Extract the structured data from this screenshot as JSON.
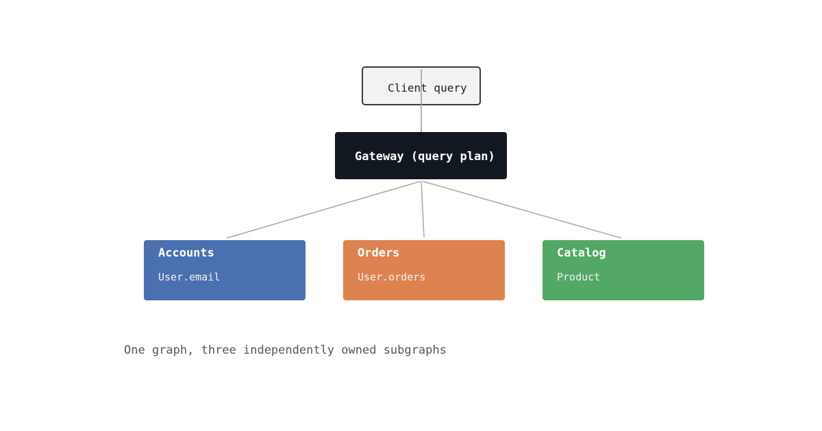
{
  "diagram": {
    "client": {
      "label": "Client query"
    },
    "gateway": {
      "label": "Gateway (query plan)"
    },
    "subgraphs": [
      {
        "title": "Accounts",
        "field": "User.email",
        "color": "#4a70b0"
      },
      {
        "title": "Orders",
        "field": "User.orders",
        "color": "#dd8350"
      },
      {
        "title": "Catalog",
        "field": "Product",
        "color": "#53a866"
      }
    ],
    "edges": [
      {
        "from": "client",
        "to": "gateway"
      },
      {
        "from": "gateway",
        "to": "accounts"
      },
      {
        "from": "gateway",
        "to": "orders"
      },
      {
        "from": "gateway",
        "to": "catalog"
      }
    ],
    "caption": "One graph, three independently owned subgraphs"
  },
  "colors": {
    "client_fill": "#f3f3f3",
    "client_border": "#3a3a3a",
    "gateway_fill": "#111820",
    "connector": "#a8a8a8"
  }
}
